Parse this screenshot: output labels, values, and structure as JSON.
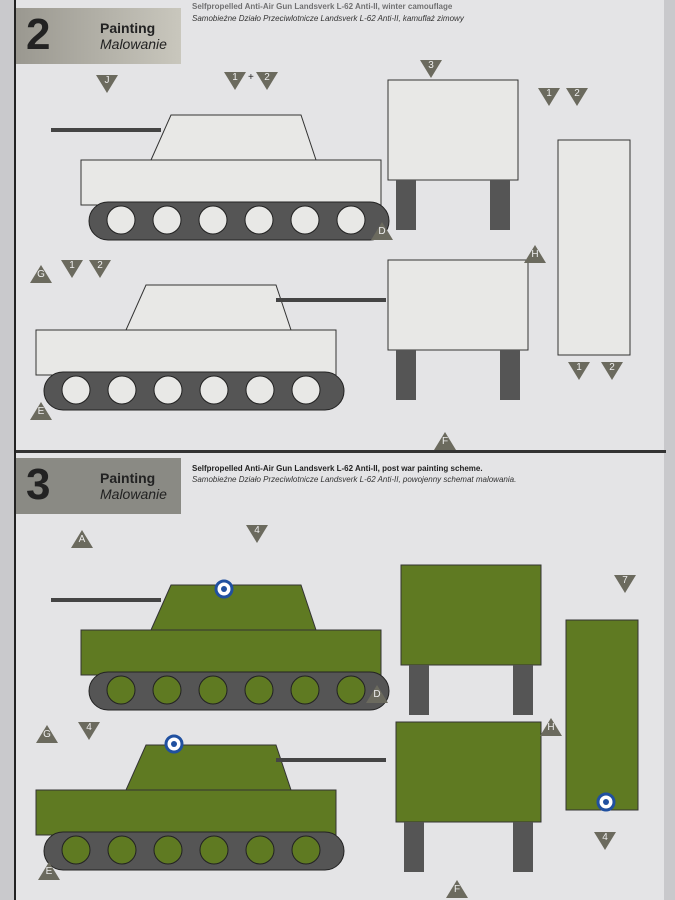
{
  "section2": {
    "number": "2",
    "title": "Painting",
    "subtitle": "Malowanie",
    "caption_en": "Selfpropelled Anti-Air Gun Landsverk L-62 Anti-II, winter camouflage",
    "caption_pl": "Samobieżne Działo Przeciwlotnicze Landsverk L-62 Anti-II, kamuflaż zimowy",
    "callouts": [
      "J",
      "1",
      "2",
      "3",
      "D",
      "G",
      "E",
      "F",
      "H"
    ],
    "plus": "+"
  },
  "section3": {
    "number": "3",
    "title": "Painting",
    "subtitle": "Malowanie",
    "caption_en": "Selfpropelled Anti-Air Gun Landsverk L-62 Anti-II, post war painting scheme.",
    "caption_pl": "Samobieżne Działo Przeciwlotnicze Landsverk L-62 Anti-II, powojenny schemat malowania.",
    "callouts": [
      "A",
      "4",
      "7",
      "D",
      "G",
      "E",
      "F",
      "H"
    ]
  },
  "colors": {
    "winter": "#e8e8e6",
    "green": "#5f7a22",
    "marker": "#6b6a5e"
  }
}
